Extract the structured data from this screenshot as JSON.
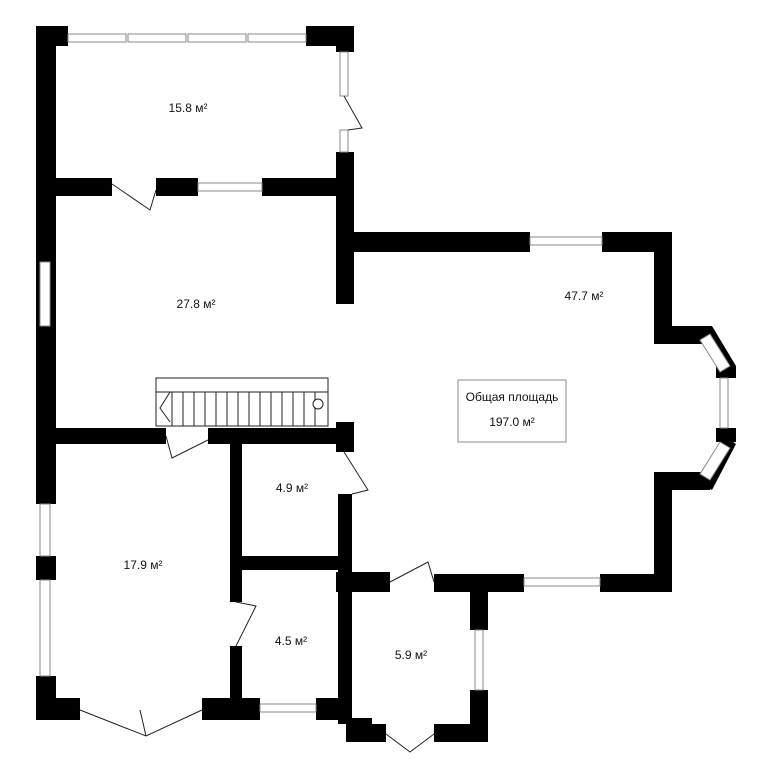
{
  "rooms": {
    "room_a": "15.8 м²",
    "room_b": "27.8 м²",
    "room_c": "47.7 м²",
    "room_d": "17.9 м²",
    "room_e": "4.9 м²",
    "room_f": "4.5 м²",
    "room_g": "5.9 м²"
  },
  "total": {
    "label": "Общая площадь",
    "value": "197.0 м²"
  }
}
